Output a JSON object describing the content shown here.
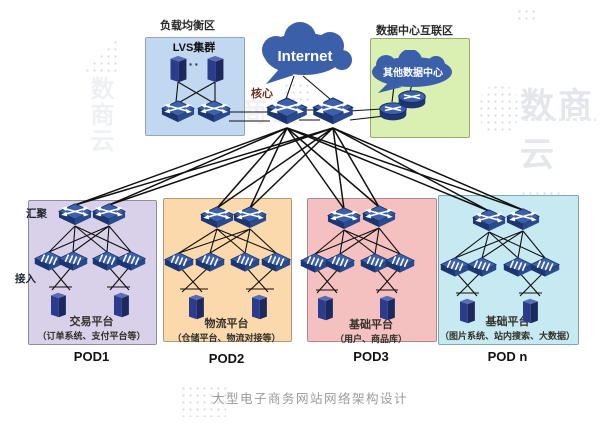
{
  "watermark": {
    "text": "数商云"
  },
  "header": {
    "load_balancing_zone": "负载均衡区",
    "lvs_cluster": "LVS集群",
    "ellipsis": "···",
    "internet": "Internet",
    "core": "核心",
    "datacenter_zone": "数据中心互联区",
    "other_datacenter": "其他数据中心"
  },
  "labels": {
    "aggregation": "汇聚",
    "access": "接入"
  },
  "pods": [
    {
      "name": "POD1",
      "platform": "交易平台",
      "systems": "（订单系统、支付平台等）"
    },
    {
      "name": "POD2",
      "platform": "物流平台",
      "systems": "（仓储平台、物流对接等）"
    },
    {
      "name": "POD3",
      "platform": "基础平台",
      "systems": "（用户、商品库）"
    },
    {
      "name": "POD n",
      "platform": "基础平台",
      "systems": "（图片系统、站内搜索、大数据）"
    }
  ],
  "footer": {
    "title": "大型电子商务网站网络架构设计"
  },
  "colors": {
    "lvs": "#c2d8f0",
    "datacenter": "#daefb2",
    "pod1": "#d9d1e9",
    "pod2": "#fbd9ad",
    "pod3": "#f5c0c0",
    "podn": "#c7e9f2",
    "node_blue": "#3d60aa",
    "cloud_blue": "#3c5fa9"
  }
}
